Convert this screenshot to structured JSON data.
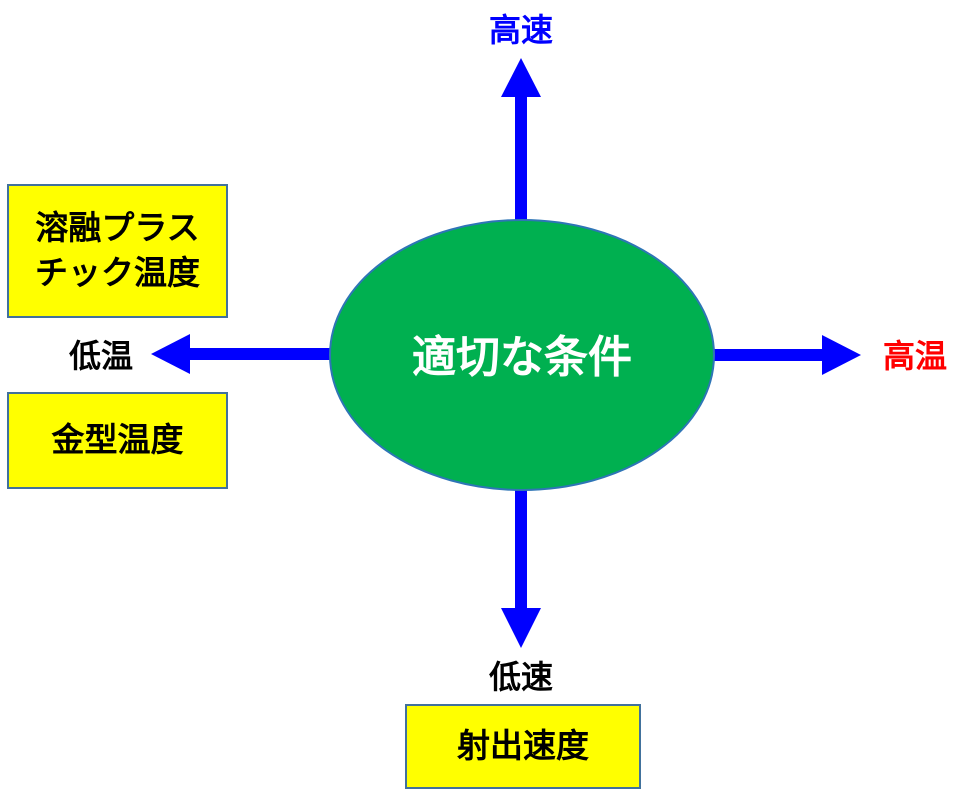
{
  "center": {
    "label": "適切な条件",
    "fill": "#00b050"
  },
  "axes": {
    "top": {
      "label": "高速",
      "color": "#0000ff"
    },
    "bottom": {
      "label": "低速",
      "color": "#000000"
    },
    "right": {
      "label": "高温",
      "color": "#ff0000"
    },
    "left": {
      "label": "低温",
      "color": "#000000"
    }
  },
  "boxes": {
    "melt_temp": {
      "line1": "溶融プラス",
      "line2": "チック温度"
    },
    "mold_temp": {
      "label": "金型温度"
    },
    "injection_speed": {
      "label": "射出速度"
    }
  },
  "arrow_color": "#0000ff"
}
